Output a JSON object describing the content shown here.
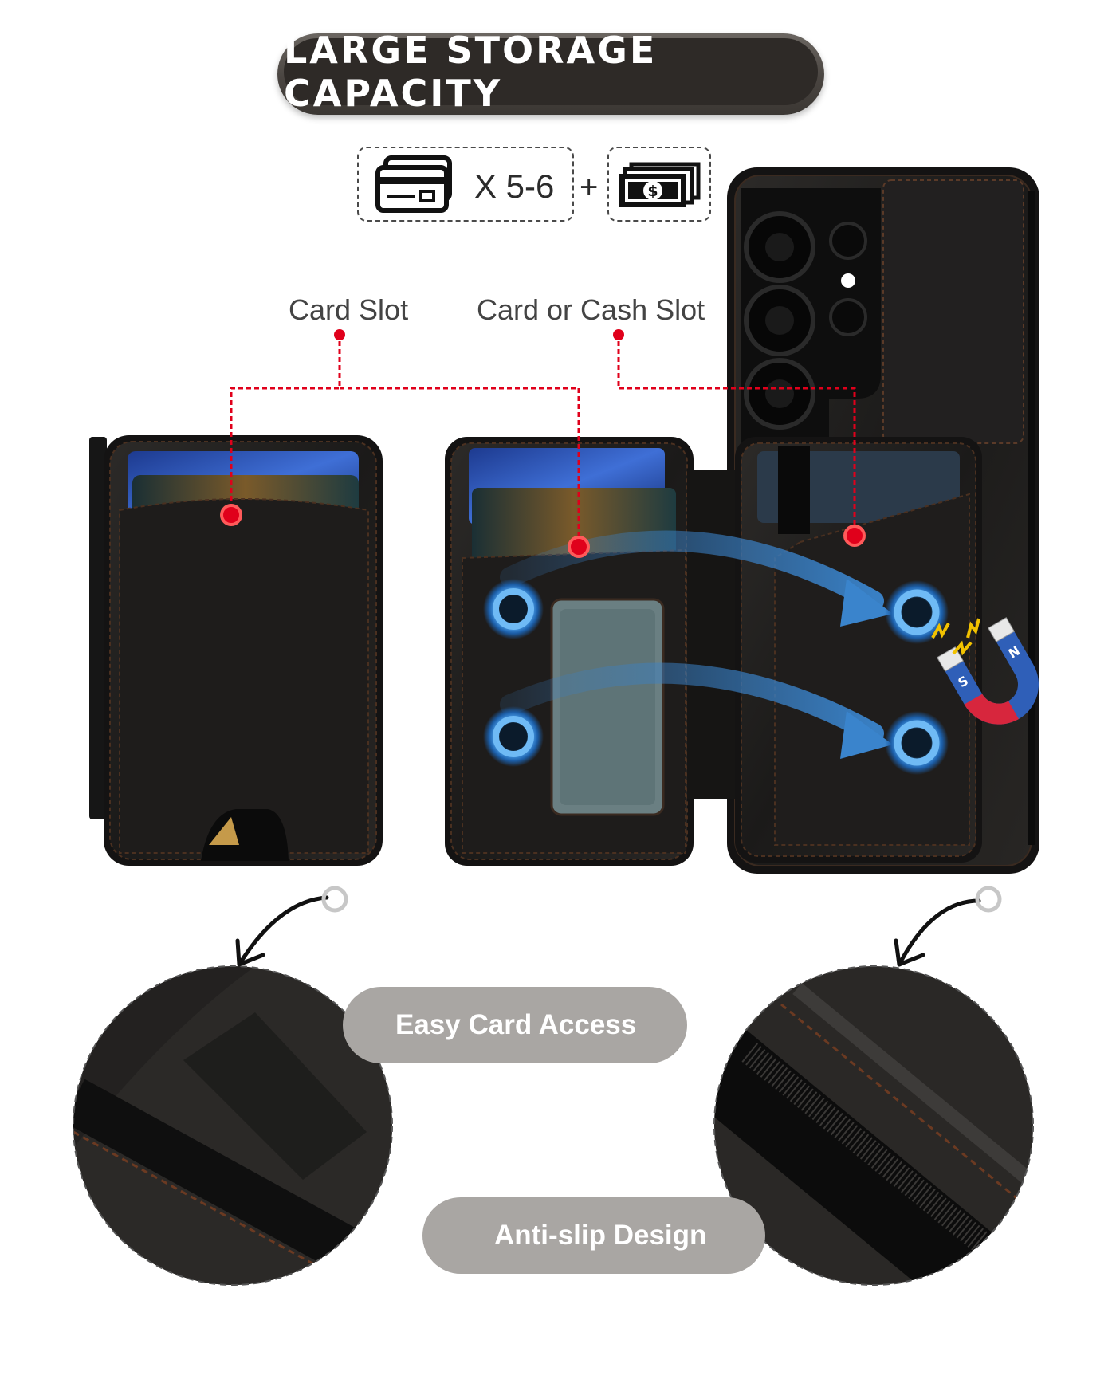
{
  "title": "LARGE STORAGE CAPACITY",
  "capacity": {
    "card_count": "X 5-6",
    "plus": "+",
    "card_icon": "credit-card-icon",
    "cash_icon": "cash-stack-icon"
  },
  "labels": {
    "card_slot": "Card Slot",
    "card_or_cash_slot": "Card or Cash Slot"
  },
  "features": {
    "easy_card_access": "Easy Card Access",
    "anti_slip": "Anti-slip Design"
  },
  "colors": {
    "leather": "#1f1d1c",
    "pointer_red": "#e0001b",
    "magnet_blue": "#2f6fb0",
    "pill_grey": "#a9a6a3",
    "title_bg": "#2e2a27"
  }
}
